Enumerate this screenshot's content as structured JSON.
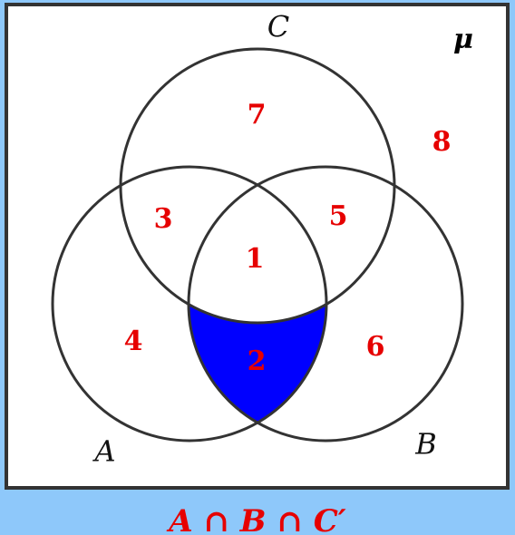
{
  "diagram": {
    "universe_label": "μ",
    "sets": {
      "A": "A",
      "B": "B",
      "C": "C"
    },
    "regions": {
      "r1": "1",
      "r2": "2",
      "r3": "3",
      "r4": "4",
      "r5": "5",
      "r6": "6",
      "r7": "7",
      "r8": "8"
    },
    "shaded_region": "2",
    "caption": "A ∩ B ∩ C′"
  },
  "colors": {
    "background": "#8ec8fa",
    "universe_fill": "#ffffff",
    "outline": "#333333",
    "region_number": "#e60000",
    "shade": "#0000ff",
    "caption": "#e60000"
  }
}
